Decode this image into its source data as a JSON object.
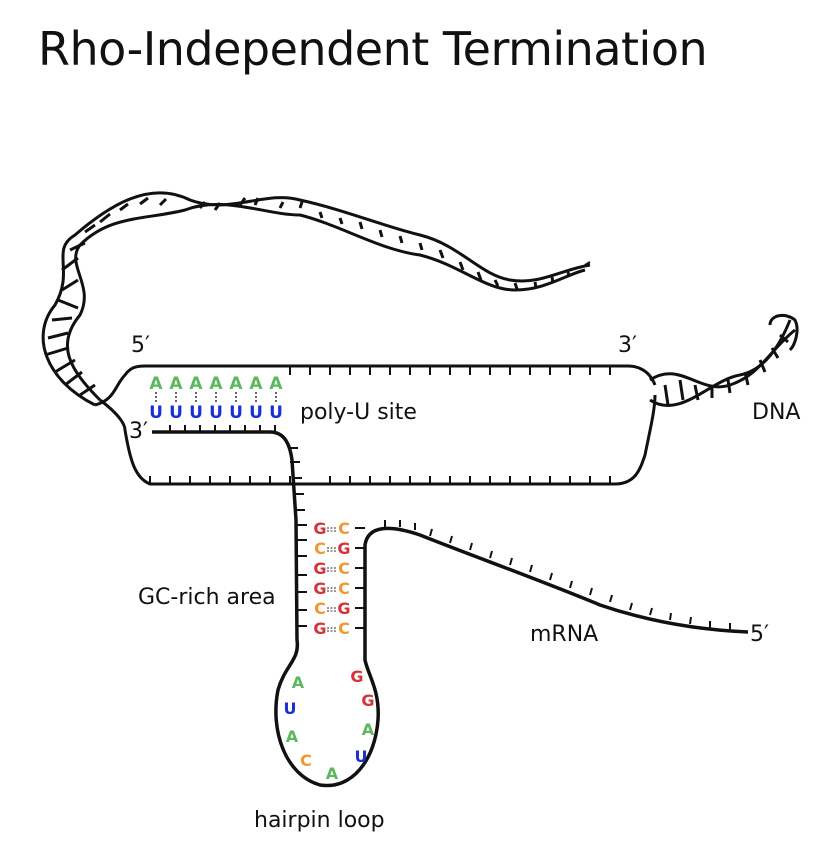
{
  "title": "Rho-Independent Termination",
  "labels": {
    "five_prime_top": "5′",
    "three_prime_top": "3′",
    "three_prime_rna": "3′",
    "five_prime_mrna": "5′",
    "poly_u_site": "poly-U site",
    "dna": "DNA",
    "gc_rich_area": "GC-rich area",
    "mrna": "mRNA",
    "hairpin_loop": "hairpin loop"
  },
  "colors": {
    "A": "#5cb85c",
    "U": "#1a2fd6",
    "G": "#d2343a",
    "C": "#f0982f",
    "line": "#111111"
  },
  "poly_u": {
    "dna_bases": [
      "A",
      "A",
      "A",
      "A",
      "A",
      "A",
      "A"
    ],
    "rna_bases": [
      "U",
      "U",
      "U",
      "U",
      "U",
      "U",
      "U"
    ]
  },
  "stem_pairs": [
    [
      "G",
      "C"
    ],
    [
      "C",
      "G"
    ],
    [
      "G",
      "C"
    ],
    [
      "G",
      "C"
    ],
    [
      "C",
      "G"
    ],
    [
      "G",
      "C"
    ]
  ],
  "loop_bases": {
    "left": [
      "A",
      "U",
      "A",
      "C"
    ],
    "bottom": [
      "A"
    ],
    "right": [
      "G",
      "G",
      "A",
      "U"
    ]
  }
}
